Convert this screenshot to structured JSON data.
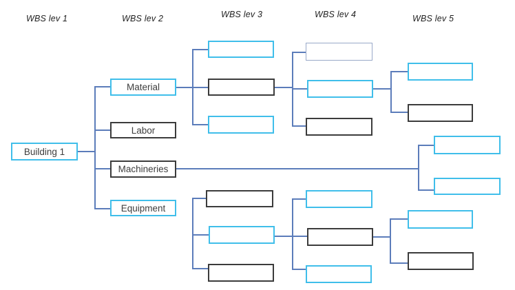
{
  "diagram": {
    "type": "wbs-tree",
    "column_headers": [
      "WBS lev 1",
      "WBS lev 2",
      "WBS lev 3",
      "WBS lev 4",
      "WBS lev 5"
    ],
    "nodes": {
      "building1": "Building 1",
      "material": "Material",
      "labor": "Labor",
      "machineries": "Machineries",
      "equipment": "Equipment"
    },
    "unlabeled_boxes": {
      "level3_material_children": [
        "cyan",
        "black",
        "cyan"
      ],
      "level3_equipment_children": [
        "black",
        "cyan",
        "black"
      ],
      "level4_material_children": [
        "bluegray",
        "cyan",
        "black"
      ],
      "level4_equipment_children": [
        "cyan",
        "black",
        "cyan"
      ],
      "level5_material_children": [
        "cyan",
        "black"
      ],
      "level5_machineries_children": [
        "cyan",
        "cyan"
      ],
      "level5_equipment_children": [
        "cyan",
        "black"
      ]
    },
    "structure_notes": "Building 1 branches to Material, Labor, Machineries, Equipment. Material chain continues through its middle (black) boxes to level 5. Machineries connects by one long line directly to two cyan level-5 boxes. Equipment subtree bracket is drawn unattached to the Equipment box; its middle cyan boxes carry the chain to level 5.",
    "colors": {
      "cyan_border": "#3fbeea",
      "black_border": "#3b3b3b",
      "bluegray_border": "#98a8c8",
      "connector": "#5b7cba",
      "text": "#3d3d3d",
      "background": "#ffffff"
    }
  }
}
